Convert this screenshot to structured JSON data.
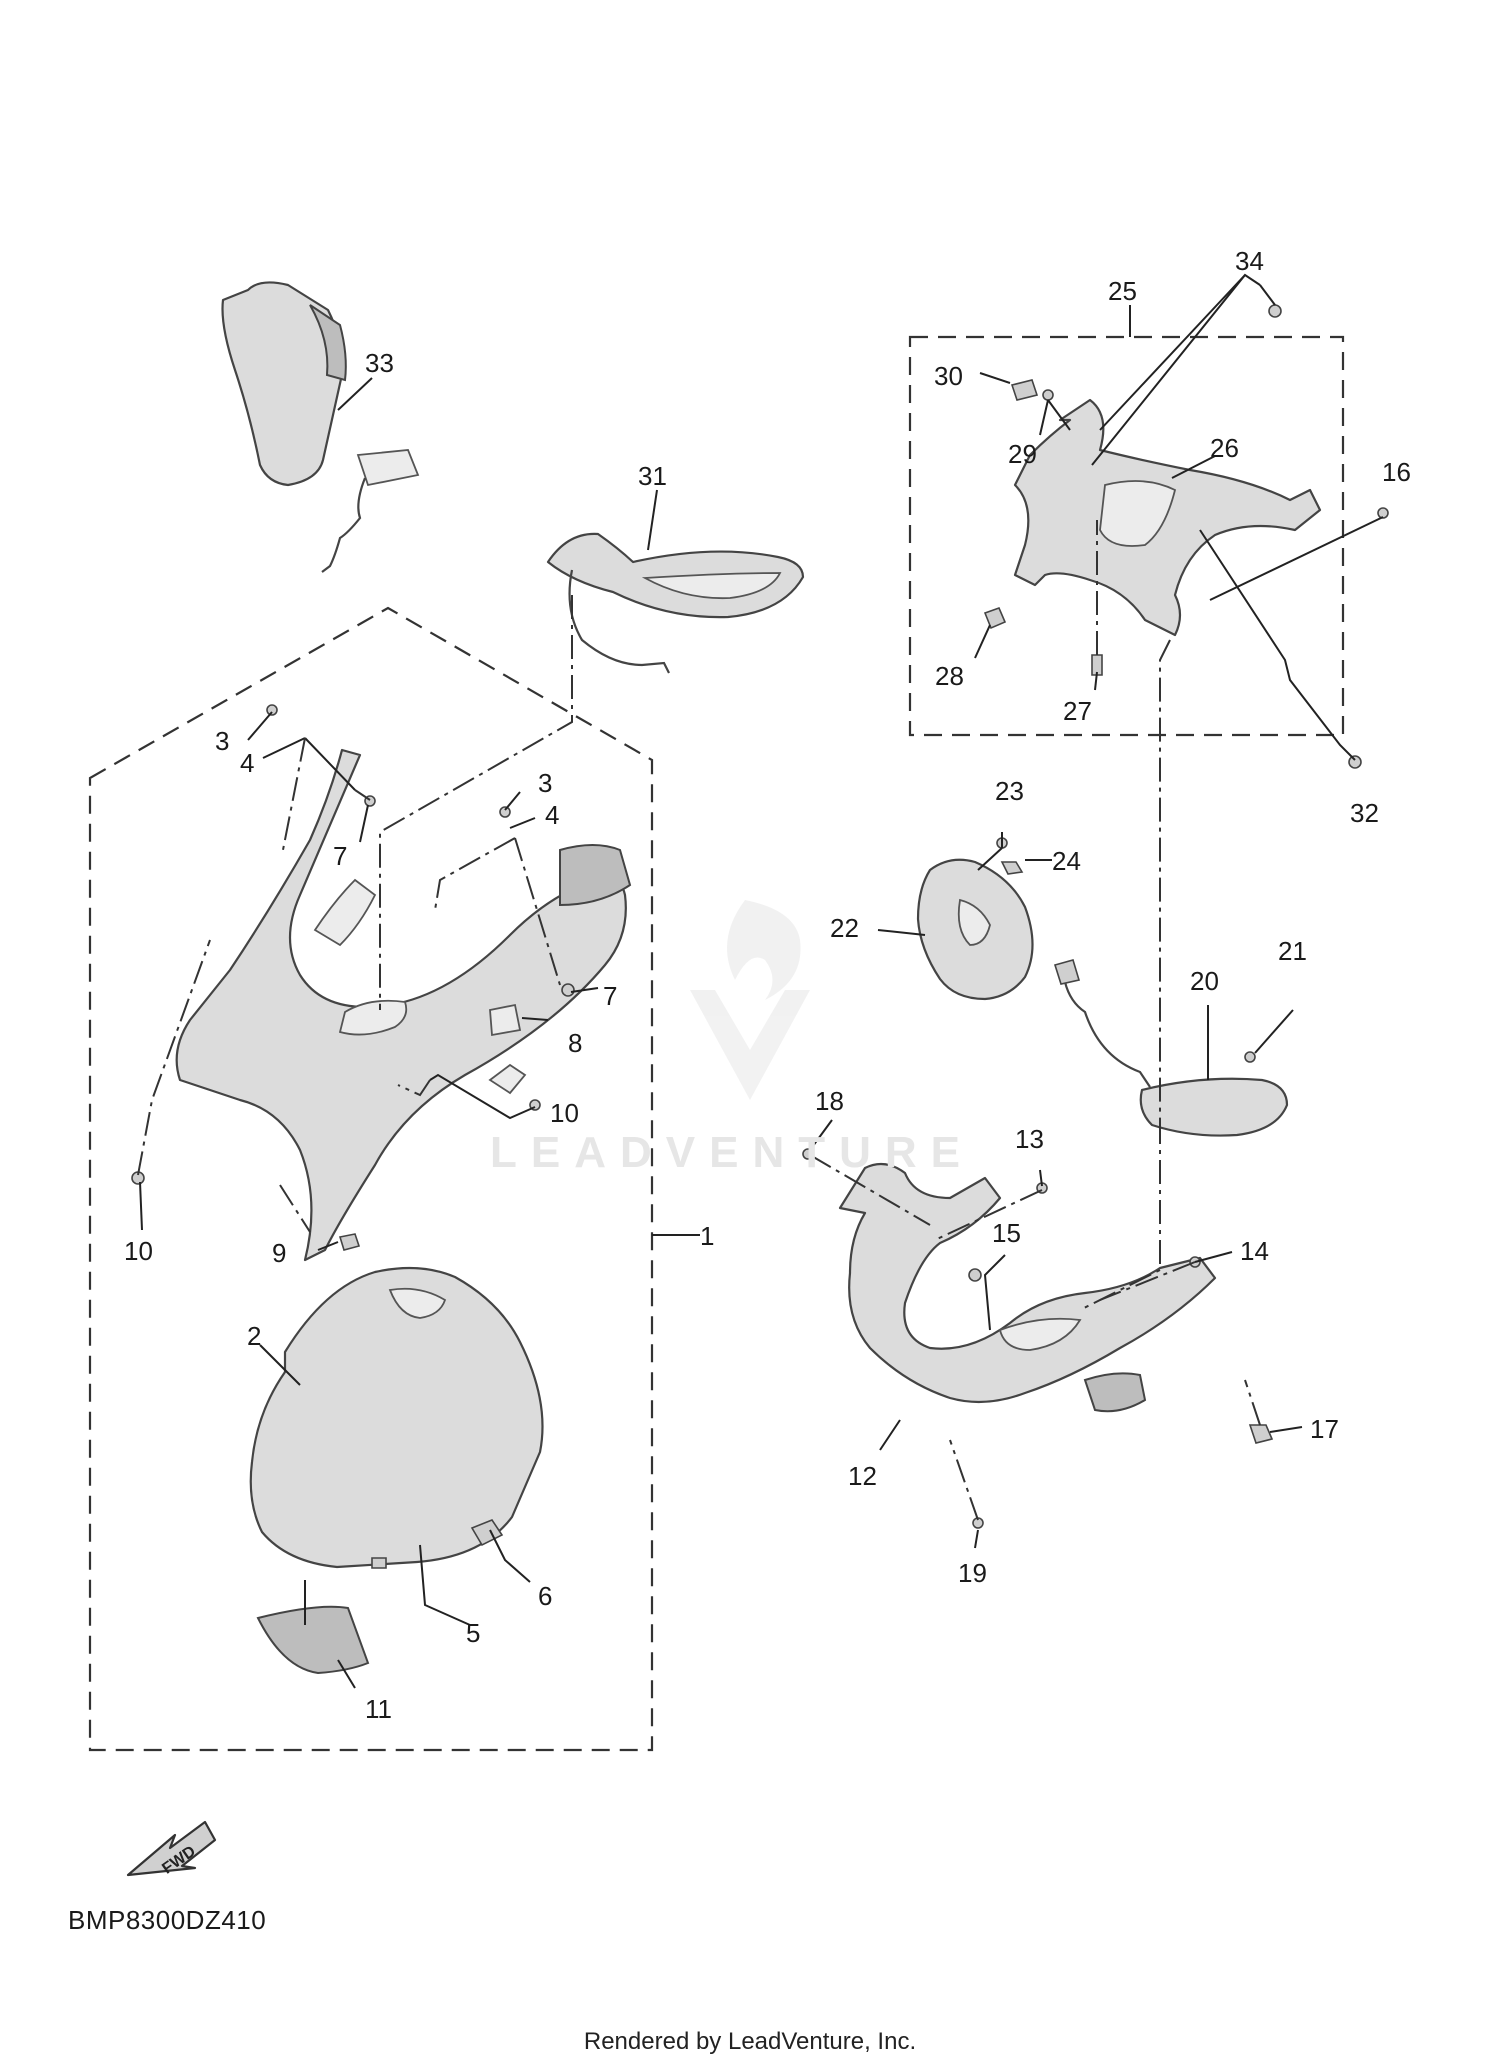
{
  "diagram_code": "BMP8300DZ410",
  "credit": "Rendered by LeadVenture, Inc.",
  "watermark": "LEADVENTURE",
  "fwd_label": "FWD",
  "callouts": {
    "c1": "1",
    "c2": "2",
    "c3a": "3",
    "c3b": "3",
    "c4a": "4",
    "c4b": "4",
    "c5": "5",
    "c6": "6",
    "c7a": "7",
    "c7b": "7",
    "c8": "8",
    "c9": "9",
    "c10a": "10",
    "c10b": "10",
    "c11": "11",
    "c12": "12",
    "c13": "13",
    "c14": "14",
    "c15": "15",
    "c16": "16",
    "c17": "17",
    "c18": "18",
    "c19": "19",
    "c20": "20",
    "c21": "21",
    "c22": "22",
    "c23": "23",
    "c24": "24",
    "c25": "25",
    "c26": "26",
    "c27": "27",
    "c28": "28",
    "c29": "29",
    "c30": "30",
    "c31": "31",
    "c32": "32",
    "c33": "33",
    "c34": "34"
  }
}
